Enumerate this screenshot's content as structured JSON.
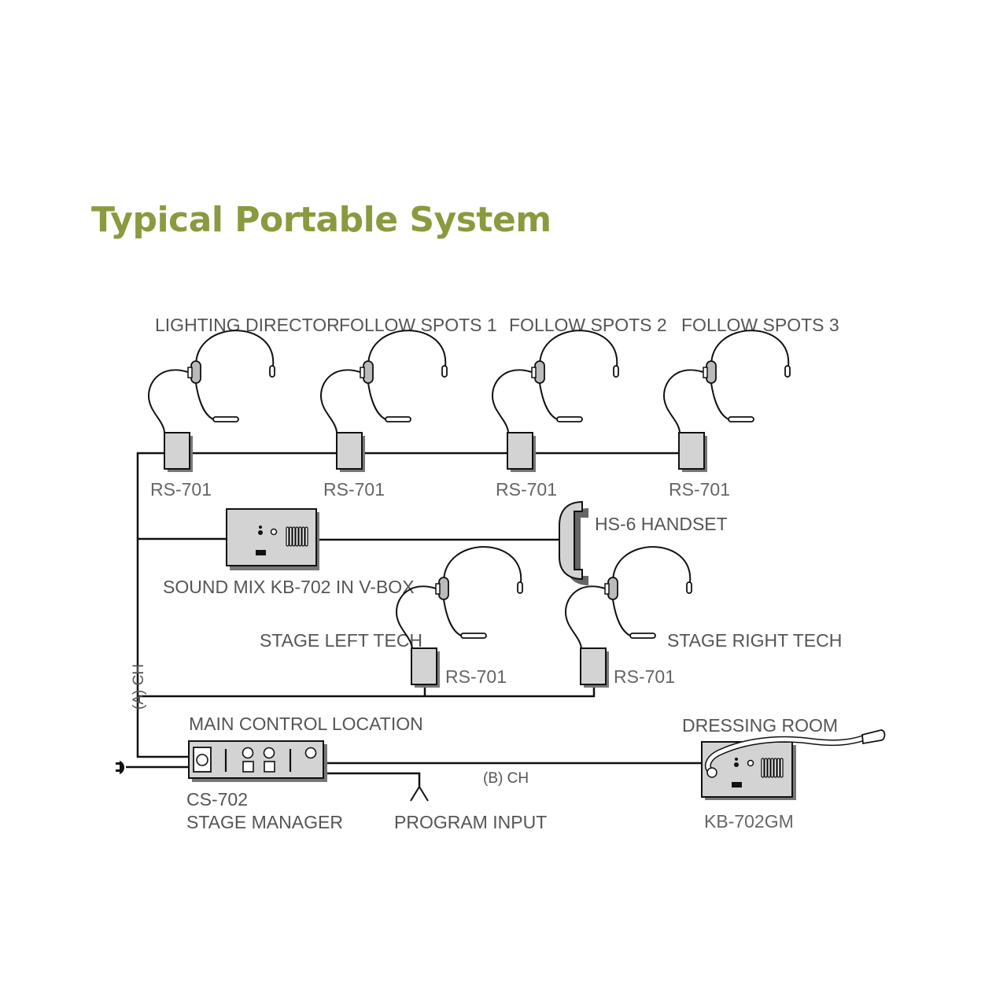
{
  "title": "Typical Portable System",
  "colors": {
    "title": "#8a9a3e",
    "label": "#555555",
    "device_fill": "#d3d3d3",
    "wire": "#111111"
  },
  "stations": {
    "lighting_director": {
      "label": "LIGHTING DIRECTOR",
      "device": "RS-701"
    },
    "follow_spots_1": {
      "label": "FOLLOW SPOTS 1",
      "device": "RS-701"
    },
    "follow_spots_2": {
      "label": "FOLLOW SPOTS 2",
      "device": "RS-701"
    },
    "follow_spots_3": {
      "label": "FOLLOW SPOTS 3",
      "device": "RS-701"
    },
    "sound_mix": {
      "label": "SOUND MIX KB-702 IN V-BOX"
    },
    "handset": {
      "label": "HS-6 HANDSET"
    },
    "stage_left": {
      "label": "STAGE LEFT TECH",
      "device": "RS-701"
    },
    "stage_right": {
      "label": "STAGE RIGHT TECH",
      "device": "RS-701"
    },
    "main_control": {
      "label": "MAIN CONTROL LOCATION",
      "device": "CS-702",
      "role": "STAGE MANAGER"
    },
    "program_input": {
      "label": "PROGRAM INPUT"
    },
    "dressing_room": {
      "label": "DRESSING ROOM",
      "device": "KB-702GM"
    }
  },
  "channels": {
    "a": "(A) CH",
    "b": "(B) CH"
  },
  "icons": {
    "headset": "headset-icon",
    "beltpack": "beltpack-icon",
    "speaker_station": "speaker-station-icon",
    "handset": "handset-icon",
    "main_station": "main-station-icon",
    "power_plug": "power-plug-icon",
    "input_connector": "input-connector-icon",
    "gooseneck_mic": "gooseneck-mic-icon"
  }
}
